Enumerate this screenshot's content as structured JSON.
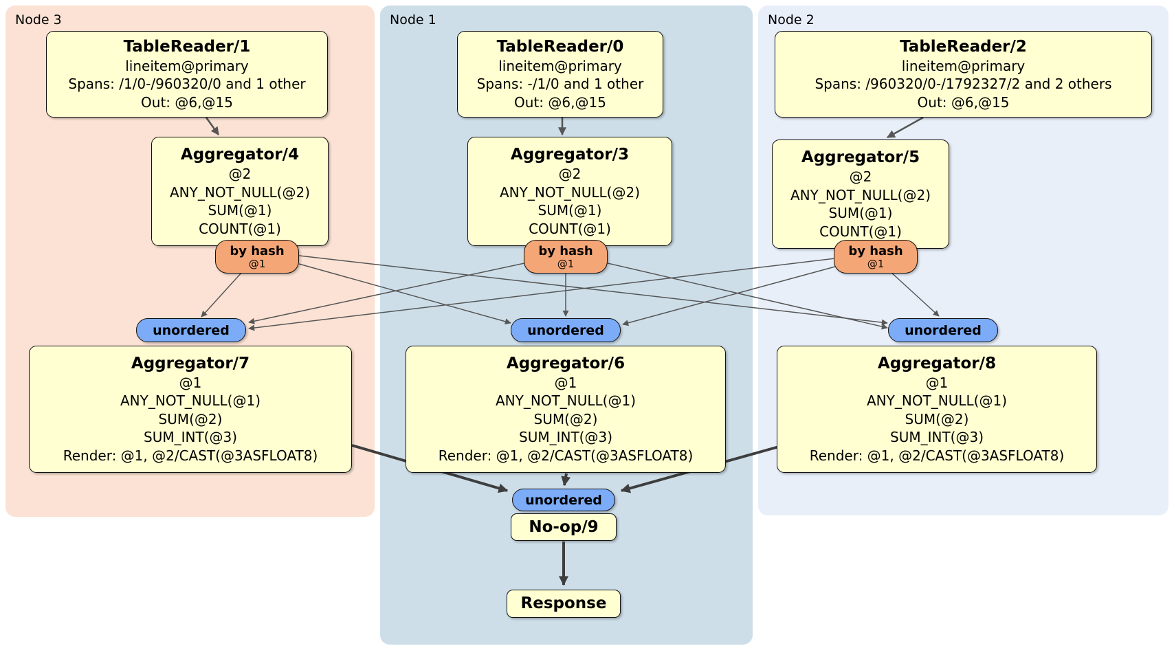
{
  "regions": [
    {
      "label": "Node 3",
      "bg": "#fbe2d4",
      "table_reader": {
        "title": "TableReader/1",
        "rows": [
          "lineitem@primary",
          "Spans: /1/0-/960320/0 and 1 other",
          "Out: @6,@15"
        ]
      },
      "aggregator_top": {
        "title": "Aggregator/4",
        "rows": [
          "@2",
          "ANY_NOT_NULL(@2)",
          "SUM(@1)",
          "COUNT(@1)"
        ]
      },
      "router": {
        "label": "by hash",
        "detail": "@1"
      },
      "stream": {
        "label": "unordered"
      },
      "aggregator_bottom": {
        "title": "Aggregator/7",
        "rows": [
          "@1",
          "ANY_NOT_NULL(@1)",
          "SUM(@2)",
          "SUM_INT(@3)",
          "Render: @1, @2/CAST(@3ASFLOAT8)"
        ]
      }
    },
    {
      "label": "Node 1",
      "bg": "#cddee9",
      "table_reader": {
        "title": "TableReader/0",
        "rows": [
          "lineitem@primary",
          "Spans: -/1/0 and 1 other",
          "Out: @6,@15"
        ]
      },
      "aggregator_top": {
        "title": "Aggregator/3",
        "rows": [
          "@2",
          "ANY_NOT_NULL(@2)",
          "SUM(@1)",
          "COUNT(@1)"
        ]
      },
      "router": {
        "label": "by hash",
        "detail": "@1"
      },
      "stream": {
        "label": "unordered"
      },
      "aggregator_bottom": {
        "title": "Aggregator/6",
        "rows": [
          "@1",
          "ANY_NOT_NULL(@1)",
          "SUM(@2)",
          "SUM_INT(@3)",
          "Render: @1, @2/CAST(@3ASFLOAT8)"
        ]
      }
    },
    {
      "label": "Node 2",
      "bg": "#e9eff9",
      "table_reader": {
        "title": "TableReader/2",
        "rows": [
          "lineitem@primary",
          "Spans: /960320/0-/1792327/2 and 2 others",
          "Out: @6,@15"
        ]
      },
      "aggregator_top": {
        "title": "Aggregator/5",
        "rows": [
          "@2",
          "ANY_NOT_NULL(@2)",
          "SUM(@1)",
          "COUNT(@1)"
        ]
      },
      "router": {
        "label": "by hash",
        "detail": "@1"
      },
      "stream": {
        "label": "unordered"
      },
      "aggregator_bottom": {
        "title": "Aggregator/8",
        "rows": [
          "@1",
          "ANY_NOT_NULL(@1)",
          "SUM(@2)",
          "SUM_INT(@3)",
          "Render: @1, @2/CAST(@3ASFLOAT8)"
        ]
      }
    }
  ],
  "final_stage": {
    "stream_label": "unordered",
    "noop_title": "No-op/9",
    "response_title": "Response"
  },
  "palette": {
    "node3_bg": "#fbe2d4",
    "node1_bg": "#cddee9",
    "node2_bg": "#e9eff9",
    "box_bg": "#ffffd2",
    "box_border": "#111111",
    "router_bg": "#f4a676",
    "stream_bg": "#7cabf7",
    "edge": "#565656",
    "edge_thick": "#3e3e3e"
  }
}
